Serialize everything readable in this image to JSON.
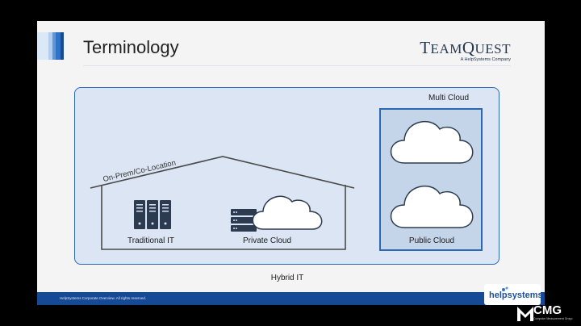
{
  "slide": {
    "title": "Terminology",
    "logo": {
      "name": "TEAMQUEST",
      "first": "T",
      "rest1": "EAM",
      "second": "Q",
      "rest2": "UEST",
      "subtitle": "A HelpSystems Company"
    },
    "diagram": {
      "hybrid_label": "Hybrid IT",
      "multi_cloud_label": "Multi Cloud",
      "public_cloud_label": "Public Cloud",
      "onprem_label": "On-Prem/Co-Location",
      "traditional_label": "Traditional IT",
      "private_cloud_label": "Private Cloud"
    },
    "footer": {
      "text": "HelpSystems Corporate Overview. All rights reserved."
    },
    "helpsystems_logo": "helpsystems"
  },
  "overlay": {
    "brand": "CMG",
    "brand_sub": "Computer Measurement Group"
  },
  "colors": {
    "accent": "#2b68b2",
    "footer": "#174a94",
    "box_fill": "#dbe5f3",
    "multi_fill": "#c4d4e9"
  }
}
